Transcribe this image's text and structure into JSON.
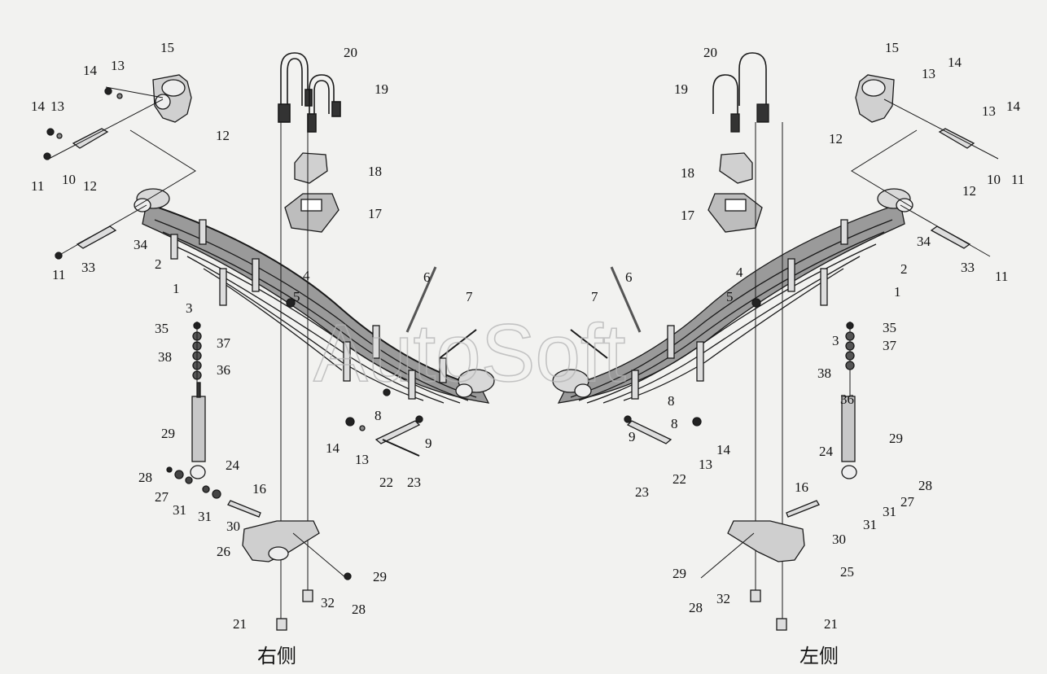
{
  "watermark": "AutoSoft",
  "side_labels": {
    "right": "右侧",
    "left": "左侧"
  },
  "callouts_right": [
    "15",
    "14",
    "13",
    "14",
    "13",
    "12",
    "11",
    "10",
    "12",
    "20",
    "19",
    "18",
    "17",
    "34",
    "11",
    "33",
    "2",
    "1",
    "3",
    "4",
    "5",
    "6",
    "7",
    "35",
    "37",
    "38",
    "36",
    "8",
    "9",
    "14",
    "13",
    "22",
    "23",
    "29",
    "24",
    "28",
    "27",
    "31",
    "31",
    "30",
    "16",
    "26",
    "29",
    "32",
    "28",
    "21"
  ],
  "callouts_left": [
    "20",
    "19",
    "15",
    "14",
    "13",
    "12",
    "13",
    "14",
    "12",
    "10",
    "11",
    "18",
    "17",
    "34",
    "33",
    "11",
    "2",
    "1",
    "4",
    "5",
    "7",
    "6",
    "3",
    "35",
    "37",
    "38",
    "36",
    "8",
    "9",
    "8",
    "14",
    "22",
    "13",
    "23",
    "29",
    "24",
    "28",
    "27",
    "31",
    "31",
    "16",
    "30",
    "25",
    "29",
    "32",
    "28",
    "21"
  ]
}
